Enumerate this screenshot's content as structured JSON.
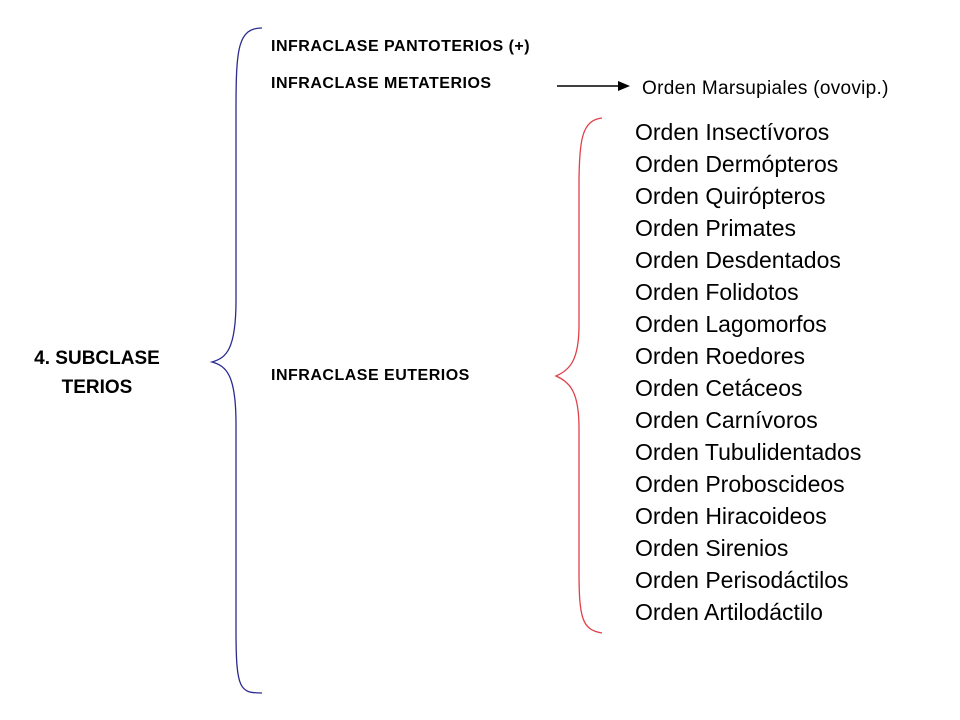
{
  "subclass": {
    "line1": "4. SUBCLASE",
    "line2": "TERIOS"
  },
  "infraclasses": {
    "pantoterios": "INFRACLASE PANTOTERIOS (+)",
    "metaterios": "INFRACLASE METATERIOS",
    "euterios": "INFRACLASE EUTERIOS"
  },
  "metaterios_order": "Orden Marsupiales (ovovip.)",
  "euterios_orders": [
    "Orden Insectívoros",
    "Orden Dermópteros",
    "Orden Quirópteros",
    "Orden Primates",
    "Orden Desdentados",
    "Orden Folidotos",
    "Orden Lagomorfos",
    "Orden Roedores",
    "Orden Cetáceos",
    "Orden Carnívoros",
    "Orden Tubulidentados",
    "Orden Proboscideos",
    "Orden Hiracoideos",
    "Orden Sirenios",
    "Orden Perisodáctilos",
    "Orden Artilodáctilo"
  ],
  "colors": {
    "main_brace": "#2b2b8f",
    "euterios_brace": "#e0404a",
    "arrow": "#000000"
  }
}
